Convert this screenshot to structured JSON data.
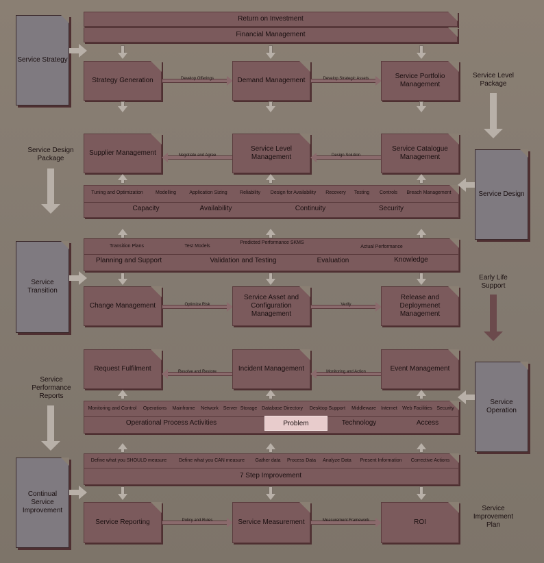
{
  "strategy": {
    "page": "Service Strategy",
    "roi_bar": "Return on Investment",
    "fin_bar": "Financial Management",
    "boxes": [
      "Strategy Generation",
      "Demand Management",
      "Service Portfolio Management"
    ],
    "arrows": [
      "Develop Offerings",
      "Develop Strategic Assets"
    ]
  },
  "slp": "Service Level Package",
  "sdp": "Service Design Package",
  "design": {
    "page": "Service Design",
    "boxes": [
      "Supplier Management",
      "Service Level Management",
      "Service Catalogue Management"
    ],
    "arrows": [
      "Negotiate and Agree",
      "Design Solution"
    ],
    "sub": [
      "Tuning and Optimization",
      "Modelling",
      "Application Sizing",
      "Reliability",
      "Design for Availability",
      "Recovery",
      "Testing",
      "Controls",
      "Breach Management"
    ],
    "main": [
      "Capacity",
      "Availability",
      "Continuity",
      "Security"
    ]
  },
  "transition": {
    "page": "Service Transition",
    "sub": [
      "Transition Plans",
      "Test Models",
      "Predicted Performance SKMS",
      "Actual Performance"
    ],
    "main": [
      "Planning and Support",
      "Validation and Testing",
      "Evaluation",
      "Knowledge"
    ],
    "boxes": [
      "Change Management",
      "Service Asset and Configuration Management",
      "Release and Deploymenet Management"
    ],
    "arrows": [
      "Optimize Risk",
      "Verify"
    ]
  },
  "els": "Early Life Support",
  "spr": "Service Performance Reports",
  "operation": {
    "page": "Service Operation",
    "boxes": [
      "Request Fulfilment",
      "Incident Management",
      "Event Management"
    ],
    "arrows": [
      "Resolve and Restore",
      "Monitoring and Action"
    ],
    "sub": [
      "Monitoring and Control",
      "Operations",
      "Mainframe",
      "Network",
      "Server",
      "Storage",
      "Database Directory",
      "Desktop Support",
      "Middleware",
      "Internet",
      "Web Facilities",
      "Security"
    ],
    "main": [
      "Operational Process Activities",
      "Problem",
      "Technology",
      "Access"
    ]
  },
  "csi": {
    "page": "Continual Service Improvement",
    "sub": [
      "Define what you SHOULD measure",
      "Define what you CAN measure",
      "Gather data",
      "Process Data",
      "Analyze Data",
      "Present Information",
      "Corrective Actions"
    ],
    "main": "7 Step Improvement",
    "boxes": [
      "Service Reporting",
      "Service Measurement",
      "ROI"
    ],
    "arrows": [
      "Policy and Rules",
      "Measurement Framework"
    ]
  },
  "sip": "Service Improvement Plan"
}
